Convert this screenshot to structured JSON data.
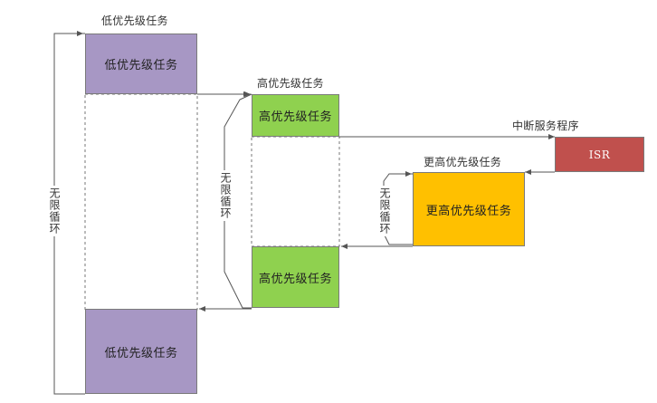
{
  "labels": {
    "low_top_caption": "低优先级任务",
    "low_top_block": "低优先级任务",
    "high_top_caption": "高优先级任务",
    "high_top_block": "高优先级任务",
    "isr_caption": "中断服务程序",
    "isr_block": "ISR",
    "higher_caption": "更高优先级任务",
    "higher_block": "更高优先级任务",
    "high_bottom_block": "高优先级任务",
    "low_bottom_block": "低优先级任务",
    "loop_outer": "无限循环",
    "loop_middle": "无限循环",
    "loop_inner": "无限循环"
  },
  "colors": {
    "low_priority": "#a797c4",
    "high_priority": "#8fd14f",
    "higher_priority": "#ffc000",
    "isr": "#c0504d",
    "lines": "#555555"
  }
}
